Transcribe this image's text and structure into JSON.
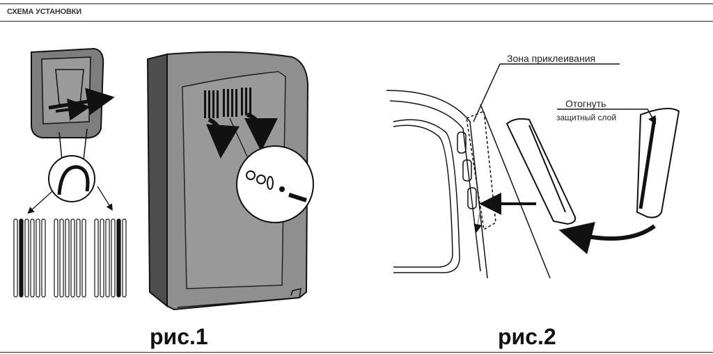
{
  "header": {
    "title": "СХЕМА УСТАНОВКИ"
  },
  "figures": [
    {
      "caption": "рис.1"
    },
    {
      "caption": "рис.2",
      "labels": {
        "glue_zone": "Зона приклеивания",
        "peel_1": "Отогнуть",
        "peel_2": "защитный слой"
      }
    }
  ],
  "colors": {
    "panel": "#8f8f8f",
    "panel_dark": "#5a5a5a",
    "ink": "#111111"
  }
}
